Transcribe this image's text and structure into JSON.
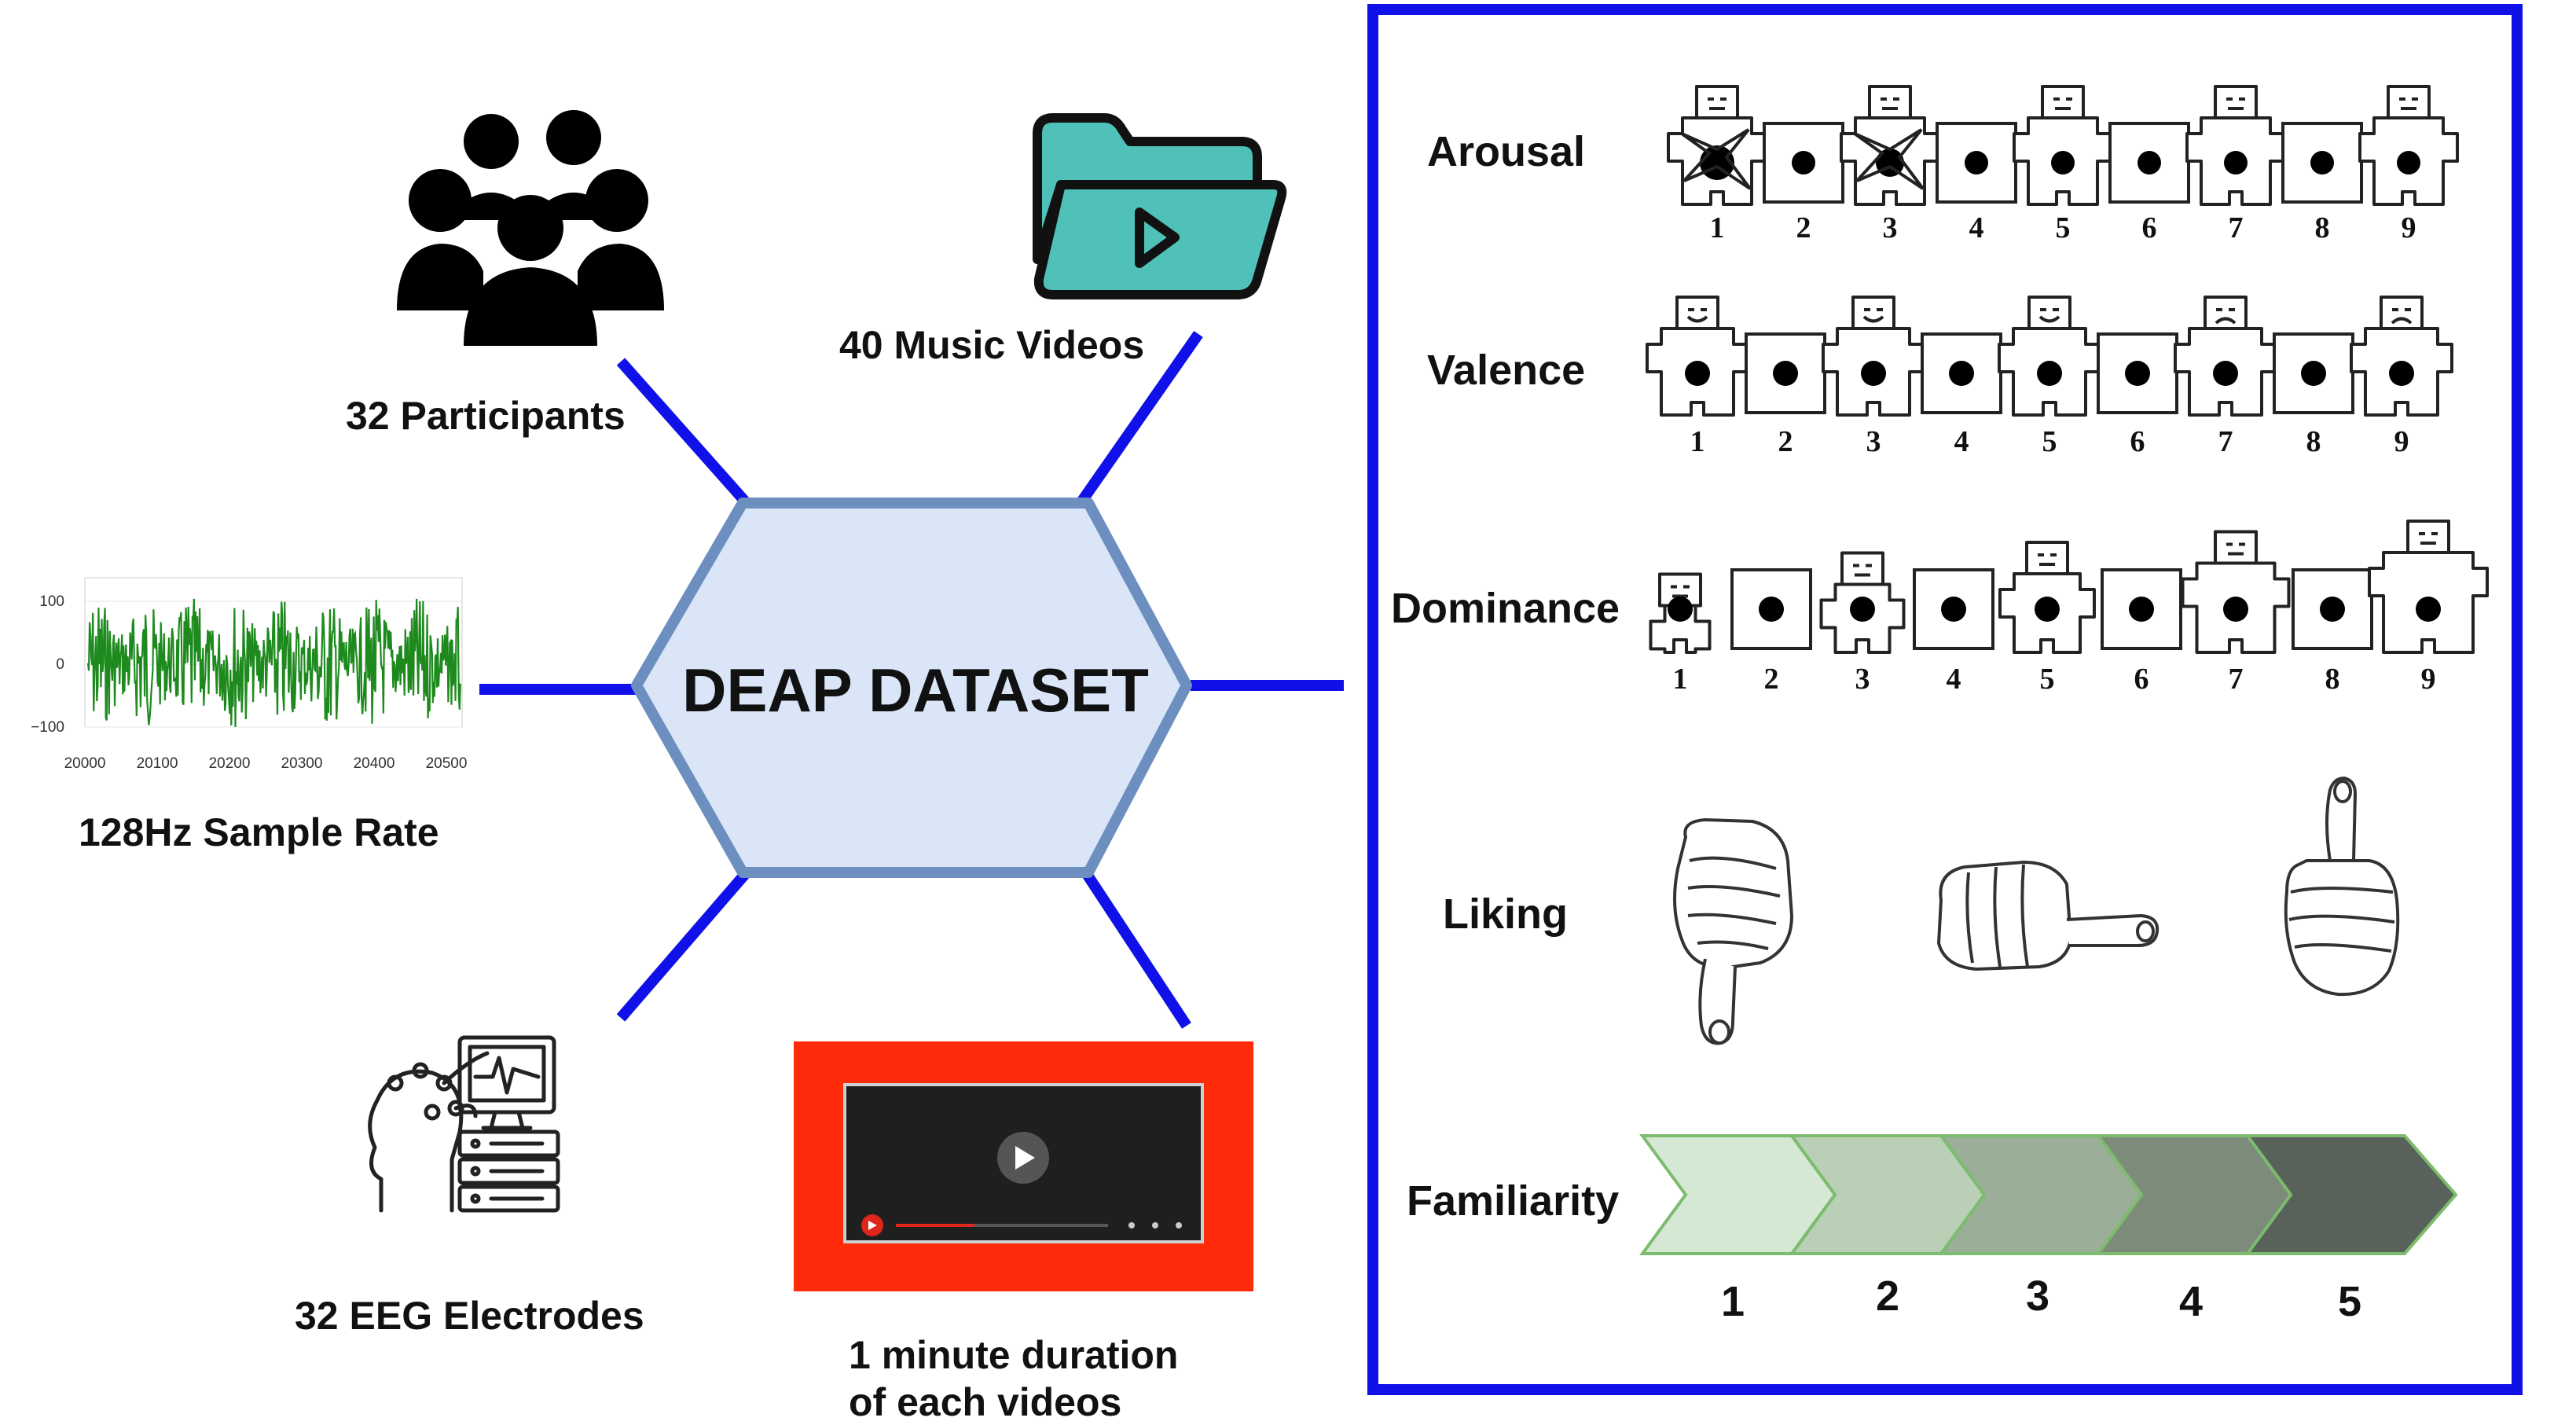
{
  "center": {
    "title": "DEAP DATASET"
  },
  "features": {
    "participants": "32 Participants",
    "videos": "40 Music Videos",
    "sample_rate": "128Hz Sample Rate",
    "electrodes": "32 EEG Electrodes",
    "duration_line1": "1 minute duration",
    "duration_line2": "of each videos"
  },
  "signal_plot": {
    "y_ticks": [
      "100",
      "0",
      "−100"
    ],
    "x_ticks": [
      "20000",
      "20100",
      "20200",
      "20300",
      "20400",
      "20500"
    ]
  },
  "scales": {
    "arousal": {
      "label": "Arousal",
      "numbers": [
        "1",
        "2",
        "3",
        "4",
        "5",
        "6",
        "7",
        "8",
        "9"
      ]
    },
    "valence": {
      "label": "Valence",
      "numbers": [
        "1",
        "2",
        "3",
        "4",
        "5",
        "6",
        "7",
        "8",
        "9"
      ]
    },
    "dominance": {
      "label": "Dominance",
      "numbers": [
        "1",
        "2",
        "3",
        "4",
        "5",
        "6",
        "7",
        "8",
        "9"
      ]
    },
    "liking": {
      "label": "Liking"
    },
    "familiarity": {
      "label": "Familiarity",
      "numbers": [
        "1",
        "2",
        "3",
        "4",
        "5"
      ]
    }
  },
  "colors": {
    "connector": "#1010e8",
    "hexagon_fill": "#dae6f8",
    "hexagon_stroke": "#6d8fbf",
    "panel_border": "#1010e8",
    "video_frame": "#ff2a0a",
    "signal": "#1e8a1e",
    "folder": "#4fc1b9"
  }
}
